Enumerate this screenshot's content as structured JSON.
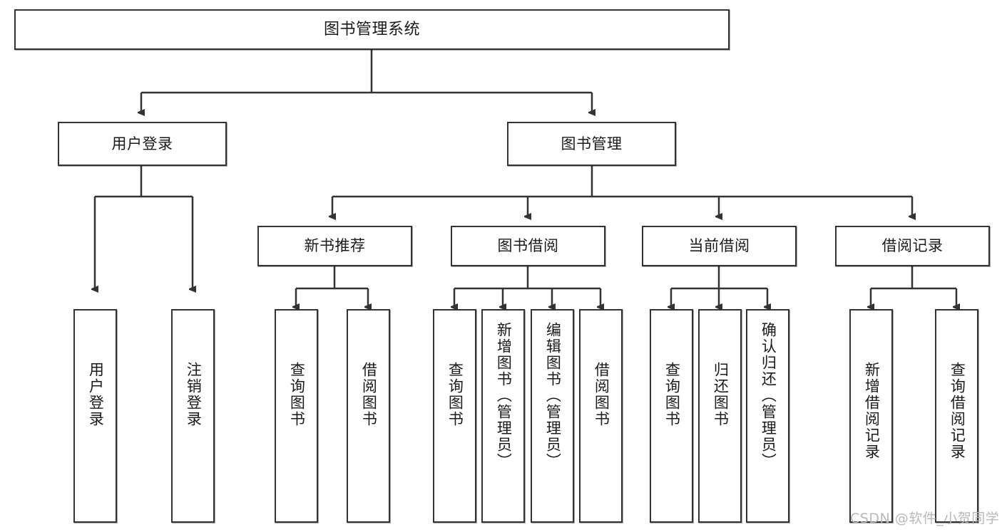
{
  "diagram": {
    "type": "tree-hierarchy-chart",
    "title": "图书管理系统",
    "colors": {
      "box_border": "#333333",
      "box_fill": "#ffffff",
      "connector": "#333333",
      "text": "#1a1a1a",
      "watermark": "#b8b8b8",
      "background": "#ffffff"
    },
    "root": {
      "label": "图书管理系统"
    },
    "level2": [
      {
        "label": "用户登录"
      },
      {
        "label": "图书管理"
      }
    ],
    "level3": [
      {
        "label": "新书推荐"
      },
      {
        "label": "图书借阅"
      },
      {
        "label": "当前借阅"
      },
      {
        "label": "借阅记录"
      }
    ],
    "leaves": {
      "user_login": [
        {
          "label": "用户登录"
        },
        {
          "label": "注销登录"
        }
      ],
      "new_book_recommend": [
        {
          "label": "查询图书"
        },
        {
          "label": "借阅图书"
        }
      ],
      "book_borrow": [
        {
          "label": "查询图书"
        },
        {
          "label": "新增图书（管理员）"
        },
        {
          "label": "编辑图书（管理员）"
        },
        {
          "label": "借阅图书"
        }
      ],
      "current_borrow": [
        {
          "label": "查询图书"
        },
        {
          "label": "归还图书"
        },
        {
          "label": "确认归还（管理员）"
        }
      ],
      "borrow_record": [
        {
          "label": "新增借阅记录"
        },
        {
          "label": "查询借阅记录"
        }
      ]
    },
    "watermark": "CSDN @软件_小贺同学"
  }
}
